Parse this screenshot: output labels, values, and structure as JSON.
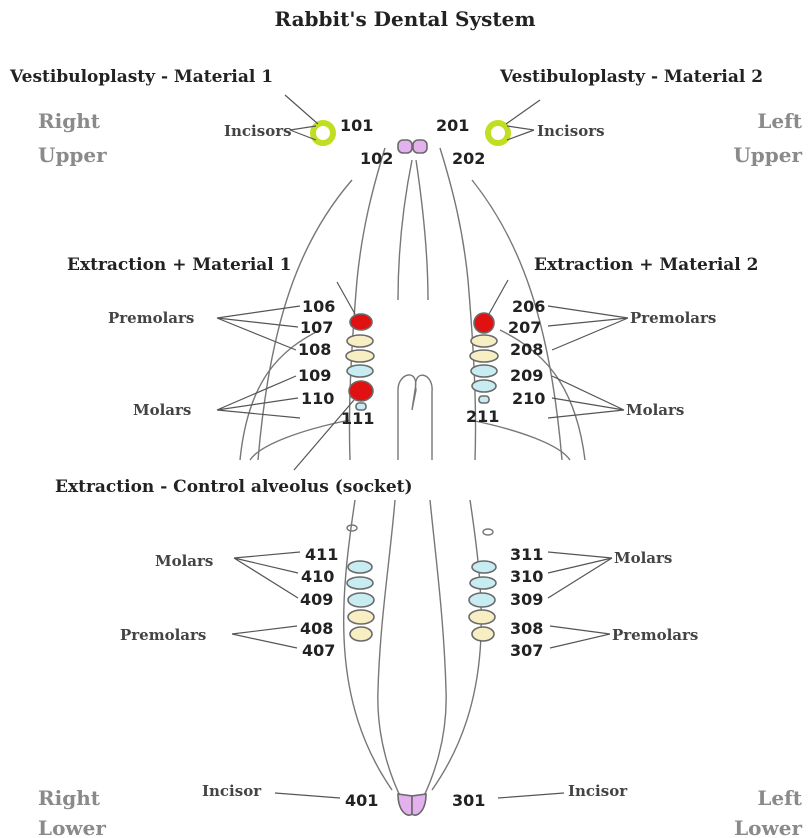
{
  "title": "Rabbit's Dental System",
  "quadrants": {
    "right_upper": [
      "Right",
      "Upper"
    ],
    "left_upper": [
      "Left",
      "Upper"
    ],
    "right_lower": [
      "Right",
      "Lower"
    ],
    "left_lower": [
      "Left",
      "Lower"
    ]
  },
  "procedures": {
    "vestibuloplasty_1": "Vestibuloplasty - Material 1",
    "vestibuloplasty_2": "Vestibuloplasty - Material 2",
    "extraction_1": "Extraction + Material 1",
    "extraction_2": "Extraction + Material 2",
    "extraction_control": "Extraction - Control alveolus (socket)"
  },
  "tooth_groups": {
    "incisors": "Incisors",
    "incisor": "Incisor",
    "premolars": "Premolars",
    "molars": "Molars"
  },
  "teeth": {
    "upper_right": [
      "101",
      "102",
      "106",
      "107",
      "108",
      "109",
      "110",
      "111"
    ],
    "upper_left": [
      "201",
      "202",
      "206",
      "207",
      "208",
      "209",
      "210",
      "211"
    ],
    "lower_left": [
      "311",
      "310",
      "309",
      "308",
      "307",
      "301"
    ],
    "lower_right": [
      "411",
      "410",
      "409",
      "408",
      "407",
      "401"
    ]
  },
  "colors": {
    "premolar": "#f7eec4",
    "molar": "#c7ecf2",
    "incisor": "#e3b2ee",
    "treated": "#e11111",
    "vestibuloplasty": "#c2de22",
    "quadrant_text": "#8a8a8a",
    "outline": "#6e6e6e"
  }
}
